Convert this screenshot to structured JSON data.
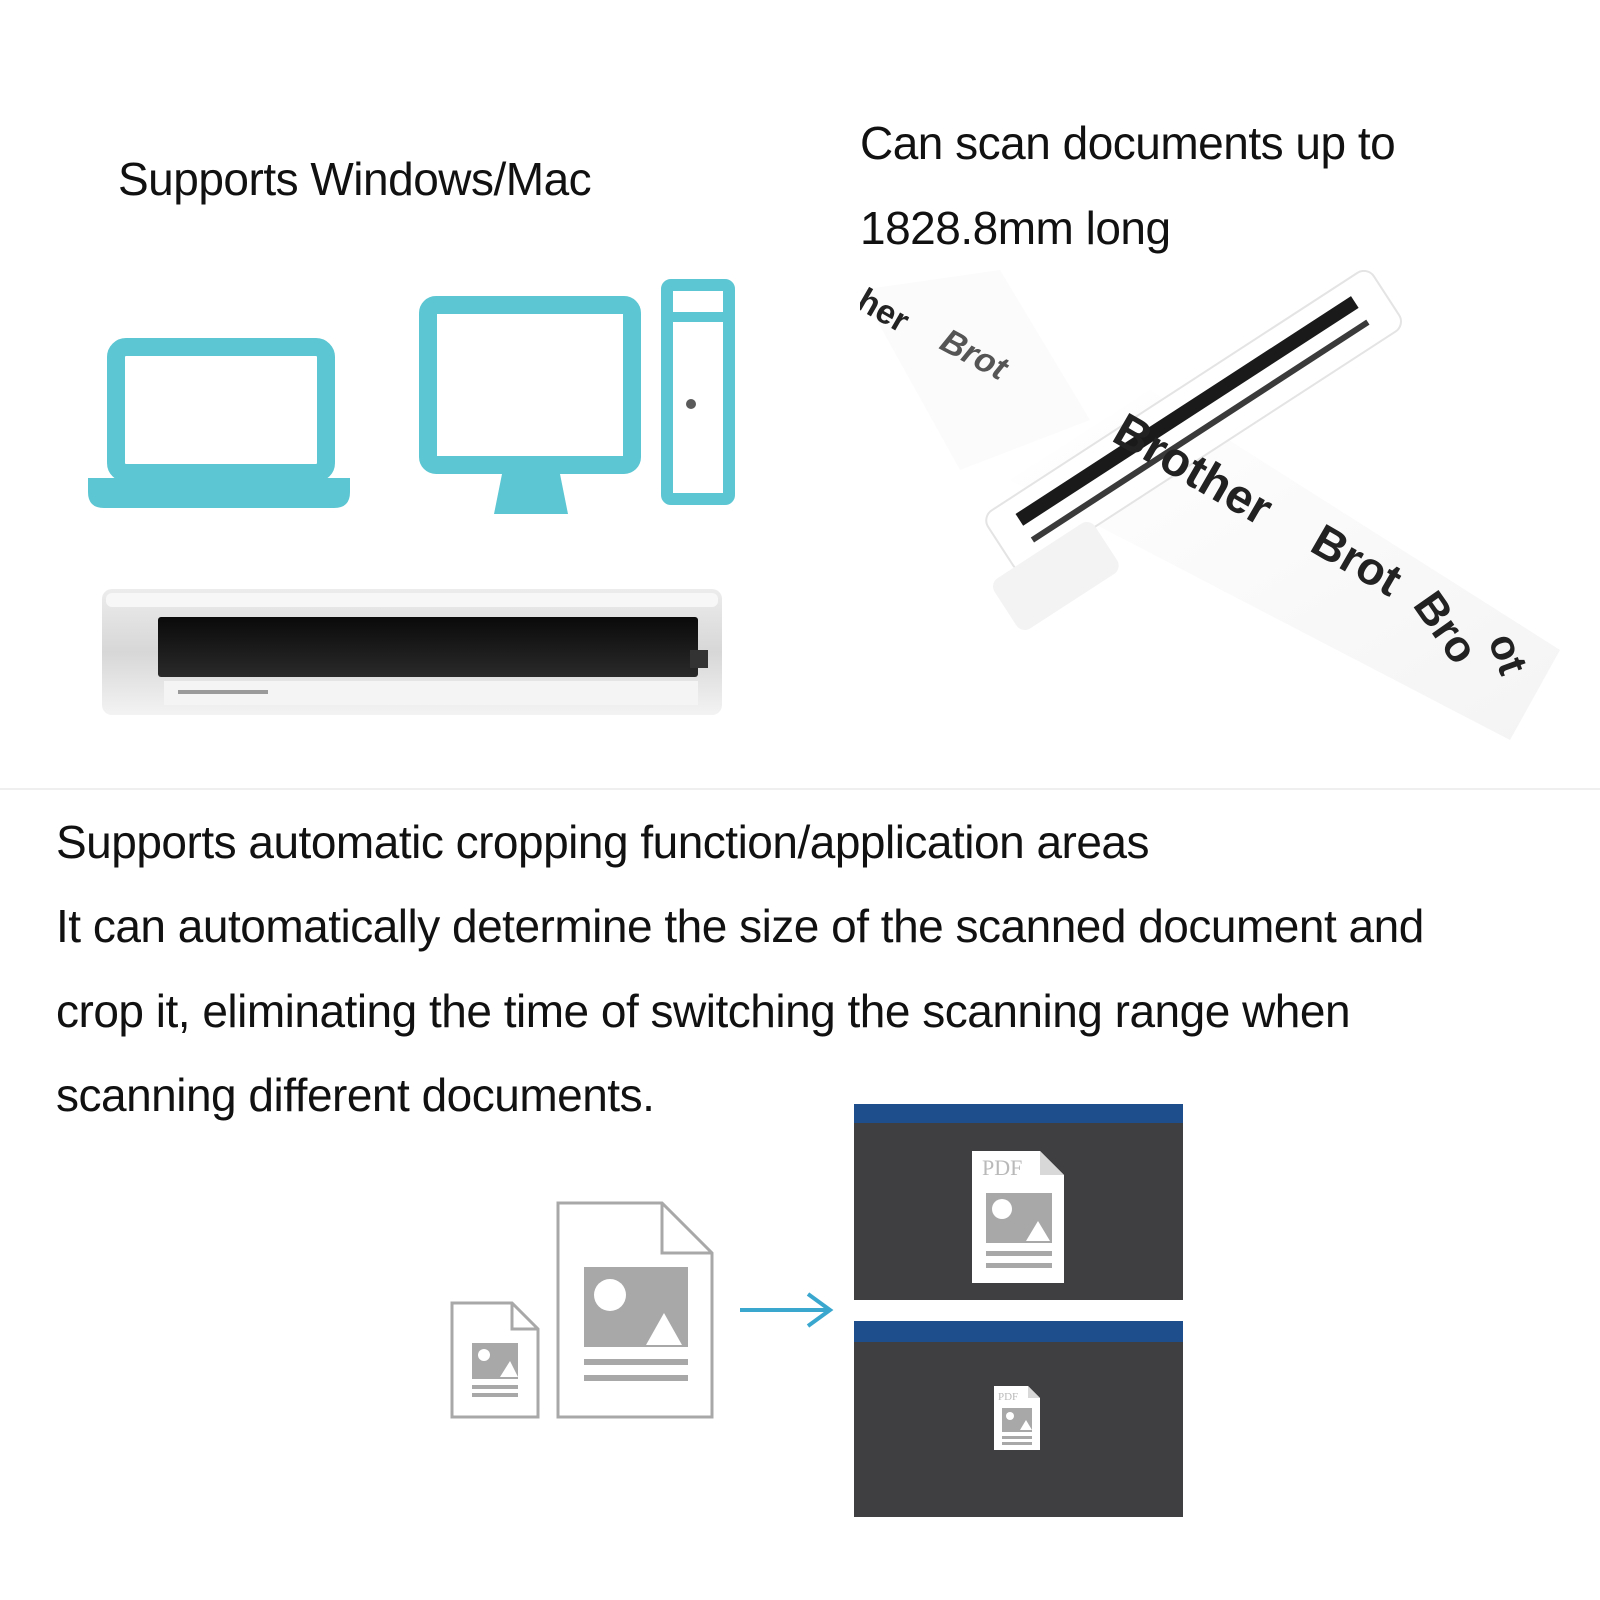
{
  "top_left": {
    "heading": "Supports Windows/Mac"
  },
  "top_right": {
    "heading_line1": "Can scan documents up to",
    "heading_line2": "1828.8mm long",
    "paper_text": [
      "her",
      "Brot",
      "Brother",
      "Brot",
      "Bro",
      "ot"
    ]
  },
  "bottom": {
    "heading": "Supports automatic cropping function/application areas",
    "body_lines": [
      "It can automatically determine the size of the scanned document and",
      "crop it, eliminating the time of switching the scanning range when",
      "scanning different documents."
    ],
    "pdf_label": "PDF"
  },
  "colors": {
    "device_teal": "#5cc6d2",
    "panel_dark": "#3f3f41",
    "panel_bar": "#1f4e8c",
    "arrow": "#3aa7cf",
    "doc_gray": "#a8a8a8"
  }
}
